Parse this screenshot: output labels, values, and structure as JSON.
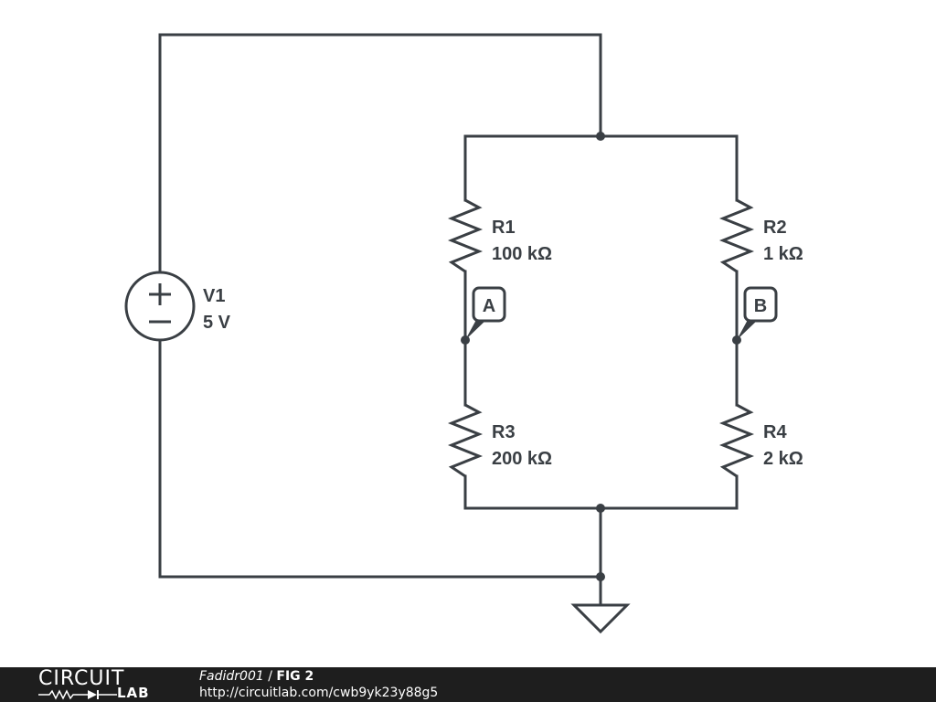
{
  "components": {
    "v1": {
      "name": "V1",
      "value": "5 V"
    },
    "r1": {
      "name": "R1",
      "value": "100 kΩ"
    },
    "r2": {
      "name": "R2",
      "value": "1 kΩ"
    },
    "r3": {
      "name": "R3",
      "value": "200 kΩ"
    },
    "r4": {
      "name": "R4",
      "value": "2 kΩ"
    }
  },
  "probes": {
    "a": "A",
    "b": "B"
  },
  "footer": {
    "logo_top": "CIRCUIT",
    "logo_bottom": "LAB",
    "author": "Fadidr001",
    "separator": " / ",
    "title": "FIG 2",
    "url": "http://circuitlab.com/cwb9yk23y88g5"
  },
  "colors": {
    "ink": "#3a3f44",
    "footer_bg": "#1e1e1e",
    "background": "#ffffff"
  }
}
